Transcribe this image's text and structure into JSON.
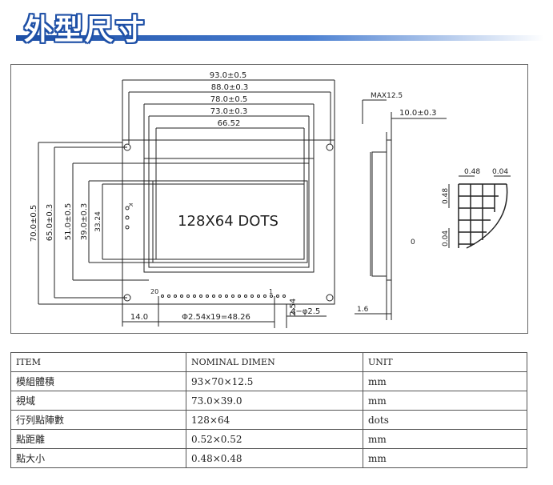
{
  "header": {
    "title": "外型尺寸"
  },
  "drawing": {
    "dims": {
      "w_outer": "93.0±0.5",
      "w_pcb": "88.0±0.3",
      "w_bezel": "78.0±0.5",
      "w_view": "73.0±0.3",
      "w_active": "66.52",
      "h_outer": "70.0±0.5",
      "h_pcb": "65.0±0.3",
      "h_bezel": "51.0±0.5",
      "h_view": "39.0±0.3",
      "h_active": "33.24",
      "left_offset": "14.0",
      "pin_pitch": "Φ2.54x19=48.26",
      "pin_space": "2.54",
      "hole": "4−φ2.5",
      "pin20": "20",
      "pin1": "1",
      "side_max": "MAX12.5",
      "side_depth": "10.0±0.3",
      "side_pcb": "1.6",
      "dot_w": "0.48",
      "dot_gap_w": "0.04",
      "dot_h": "0.48",
      "dot_gap_h": "0.04",
      "zero": "0",
      "k_label": "K",
      "dots": "128X64  DOTS"
    }
  },
  "table": {
    "headers": [
      "ITEM",
      "NOMINAL DIMEN",
      "UNIT"
    ],
    "rows": [
      [
        "模組體積",
        "93×70×12.5",
        "mm"
      ],
      [
        "視域",
        "73.0×39.0",
        "mm"
      ],
      [
        "行列點陣數",
        "128×64",
        "dots"
      ],
      [
        "點距離",
        "0.52×0.52",
        "mm"
      ],
      [
        "點大小",
        "0.48×0.48",
        "mm"
      ]
    ]
  }
}
